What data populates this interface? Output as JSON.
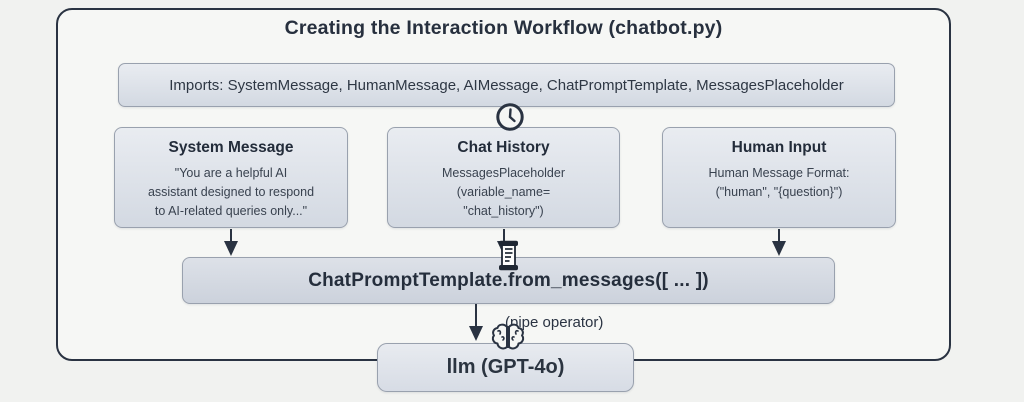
{
  "title": "Creating the Interaction Workflow (chatbot.py)",
  "imports_bar": {
    "text": "Imports: SystemMessage, HumanMessage, AIMessage, ChatPromptTemplate, MessagesPlaceholder"
  },
  "columns": [
    {
      "title": "System Message",
      "body": "\"You are a helpful AI\nassistant designed to respond\nto AI-related queries only...\""
    },
    {
      "title": "Chat History",
      "body": "MessagesPlaceholder\n(variable_name=\n\"chat_history\")"
    },
    {
      "title": "Human Input",
      "body": "Human Message Format:\n(\"human\", \"{question}\")"
    }
  ],
  "template_bar": {
    "text": "ChatPromptTemplate.from_messages([ ... ])"
  },
  "flow": {
    "pipe_label": "(pipe operator)"
  },
  "llm_box": {
    "text": "llm (GPT-4o)"
  },
  "icons": {
    "clock": "clock-icon",
    "scroll": "scroll-icon",
    "brain": "brain-icon"
  },
  "colors": {
    "frame_border": "#2a3342",
    "box_fill_top": "#e9ecf1",
    "box_fill_bottom": "#d3d9e2",
    "box_border": "#99a1ae",
    "arrow": "#2a3342",
    "title_text": "#27303e",
    "body_text": "#39424f",
    "background": "#f1f2f0"
  }
}
